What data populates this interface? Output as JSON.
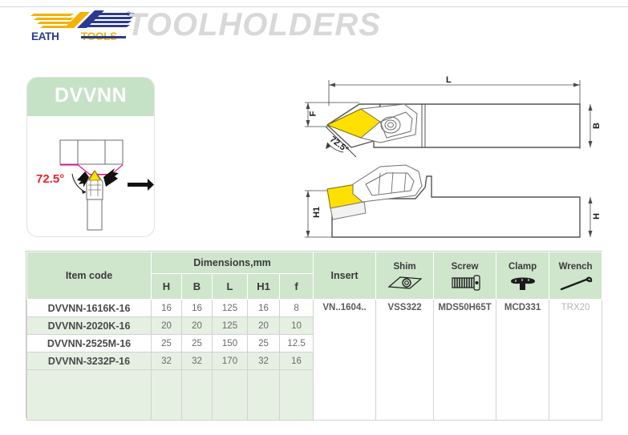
{
  "header": {
    "brand_name_part1": "EATH",
    "brand_name_part2": "TOOLS",
    "registered_mark": "®",
    "title": "TOOLHOLDERS",
    "logo_icon": "eath-tools-chevron-logo"
  },
  "product_card": {
    "code": "DVVNN",
    "angle_label": "72.5°",
    "diagram_icon": "turning-tool-approach-angle-diagram"
  },
  "drawings": {
    "top_view": {
      "icon": "toolholder-top-view-drawing",
      "dim_L": "L",
      "dim_B": "B",
      "dim_F": "F",
      "angle": "72.5°"
    },
    "side_view": {
      "icon": "toolholder-side-view-drawing",
      "dim_H1": "H1",
      "dim_H": "H"
    }
  },
  "table": {
    "headers": {
      "item_code": "Item code",
      "dimensions_group": "Dimensions,mm",
      "dim_cols": [
        "H",
        "B",
        "L",
        "H1",
        "f"
      ],
      "insert": "Insert",
      "shim": "Shim",
      "screw": "Screw",
      "clamp": "Clamp",
      "wrench": "Wrench"
    },
    "header_icons": {
      "shim": "shim-diamond-icon",
      "screw": "screw-icon",
      "clamp": "clamp-icon",
      "wrench": "wrench-key-icon"
    },
    "rows": [
      {
        "code": "DVVNN-1616K-16",
        "H": "16",
        "B": "16",
        "L": "125",
        "H1": "16",
        "f": "8"
      },
      {
        "code": "DVVNN-2020K-16",
        "H": "20",
        "B": "20",
        "L": "125",
        "H1": "20",
        "f": "10"
      },
      {
        "code": "DVVNN-2525M-16",
        "H": "25",
        "B": "25",
        "L": "150",
        "H1": "25",
        "f": "12.5"
      },
      {
        "code": "DVVNN-3232P-16",
        "H": "32",
        "B": "32",
        "L": "170",
        "H1": "32",
        "f": "16"
      }
    ],
    "accessories": {
      "insert": "VN..1604..",
      "shim": "VSS322",
      "screw": "MDS50H65T",
      "clamp": "MCD331",
      "wrench": "TRX20"
    }
  },
  "colors": {
    "header_green": "#cfe5cc",
    "card_green": "#c6e2c6",
    "row_alt_green": "#e5f0e2",
    "title_gray": "#d8d8d8",
    "accent_red": "#e8232a",
    "logo_blue": "#2b3a8f",
    "logo_yellow": "#f2b200",
    "insert_yellow": "#ffe000",
    "workpiece_magenta": "#ec008c"
  }
}
